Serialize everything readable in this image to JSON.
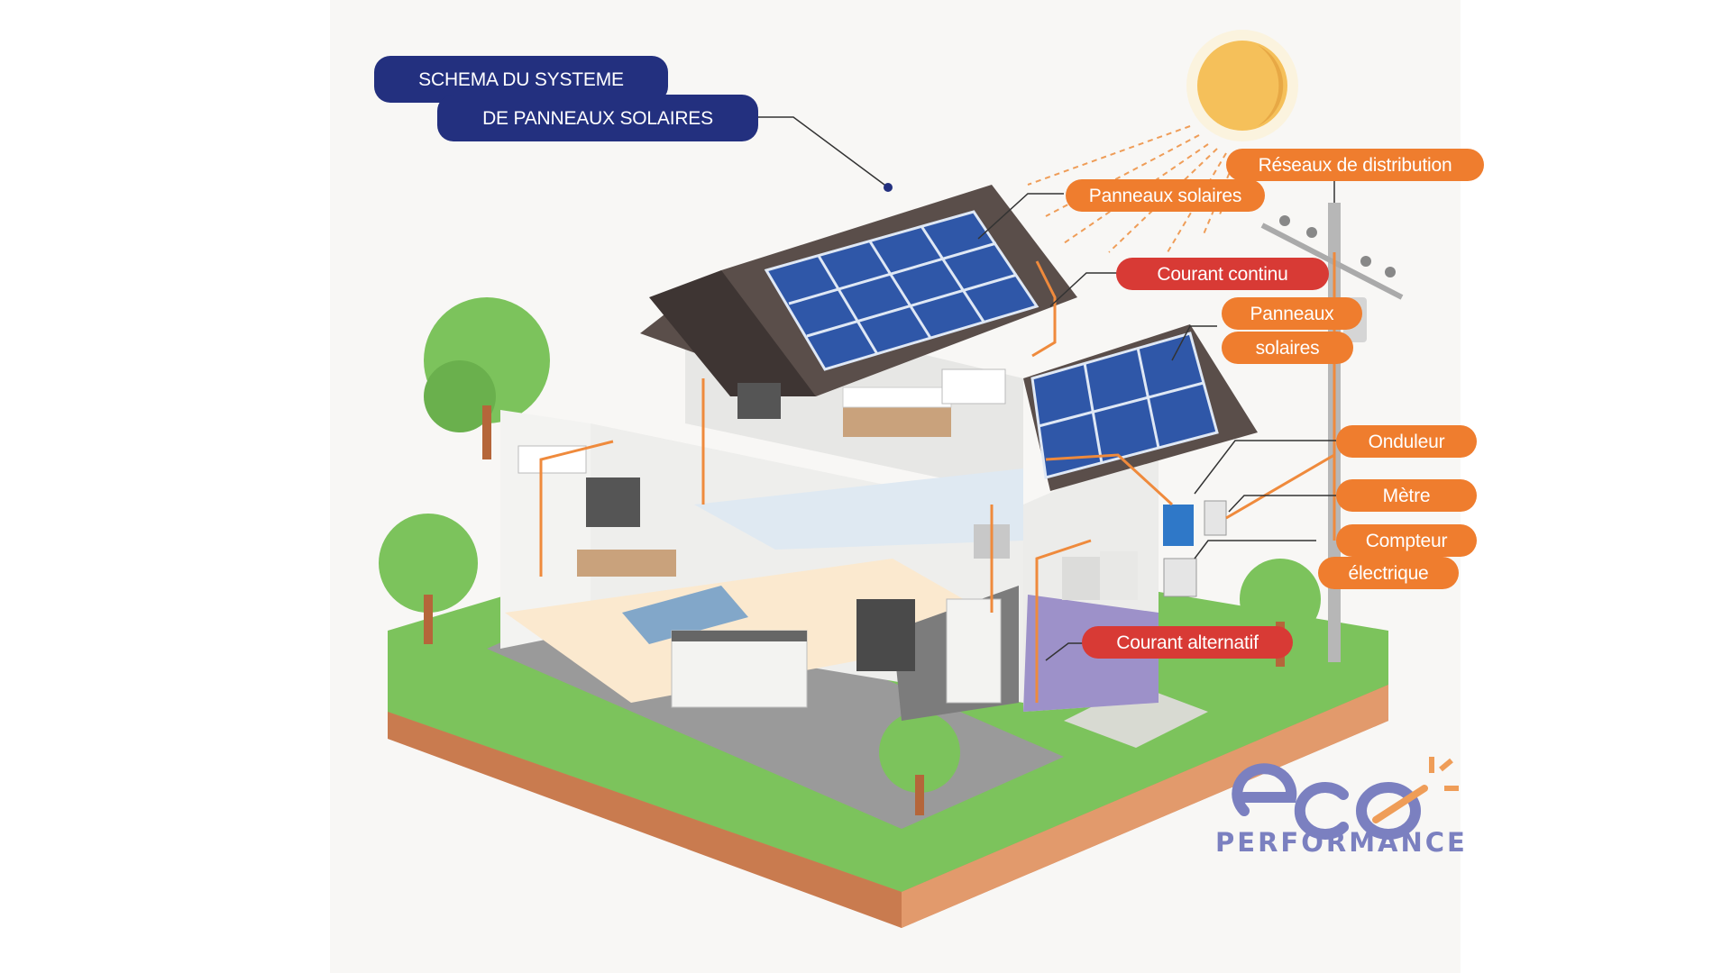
{
  "title": {
    "line1": "SCHEMA DU SYSTEME",
    "line2": "DE PANNEAUX SOLAIRES"
  },
  "labels": {
    "reseaux": "Réseaux de distribution",
    "panneaux_1": "Panneaux solaires",
    "courant_continu": "Courant continu",
    "panneaux_2_line1": "Panneaux",
    "panneaux_2_line2": "solaires",
    "onduleur": "Onduleur",
    "metre": "Mètre",
    "compteur_line1": "Compteur",
    "compteur_line2": "électrique",
    "courant_alternatif": "Courant alternatif"
  },
  "logo": {
    "wordmark": "eco",
    "text": "PERFORMANCE"
  },
  "colors": {
    "navy": "#23307f",
    "orange": "#ef7d2e",
    "red": "#d83a35",
    "grass": "#7cc35c",
    "soil": "#d48a5e",
    "panel": "#2f57a8",
    "sun": "#f5c05a",
    "wire": "#ef8a3c"
  },
  "icons": [
    "sun-icon",
    "solar-panel-icon",
    "utility-pole-icon",
    "inverter-icon",
    "meter-icon",
    "tree-icon",
    "eco-logo-icon"
  ]
}
